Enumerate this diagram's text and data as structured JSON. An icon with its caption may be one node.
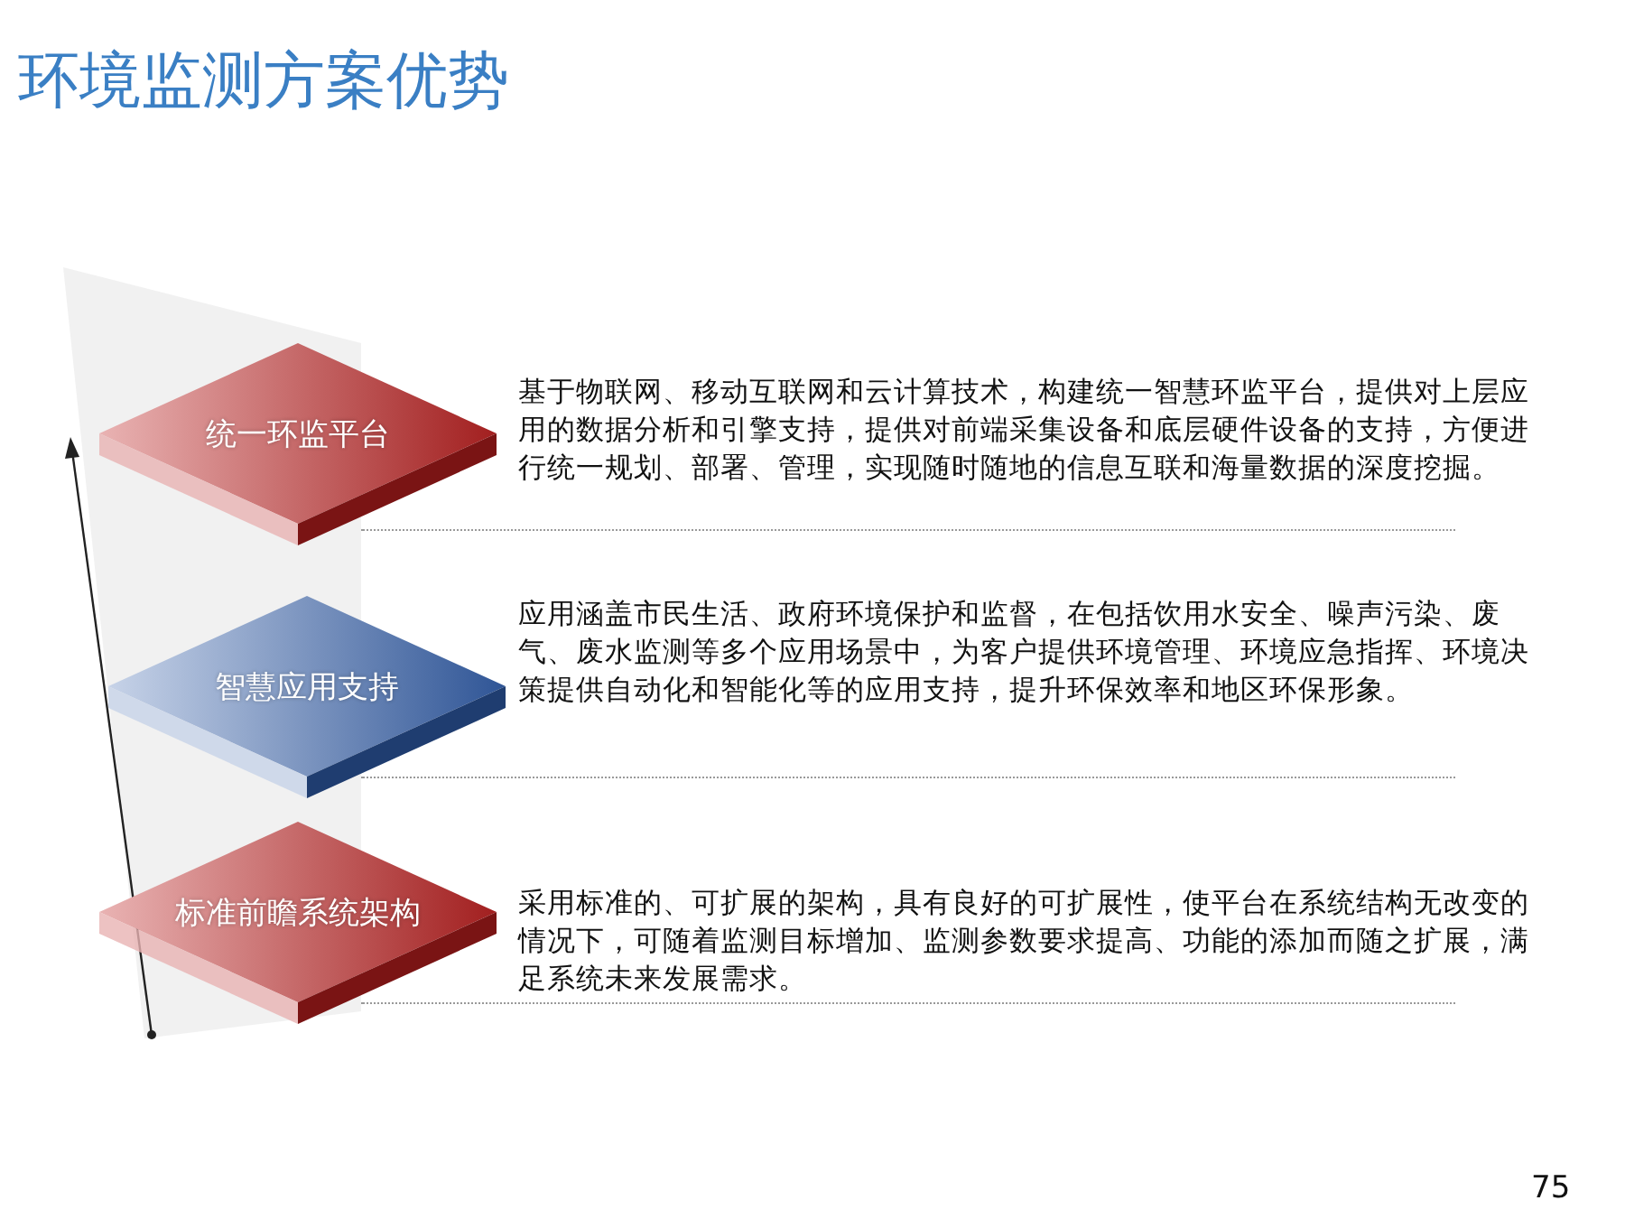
{
  "diagram": {
    "title": "环境监测方案优势",
    "nodes": [
      {
        "text": [
          "统一环监平台"
        ],
        "beside": [
          "基于物联网、移动互联网和云计算技术，构建统一智慧环监平台，提供对上层应用的数据分析和引擎支持，提供对前端采集设备和底层硬件设备的支持，方便进行统一规划、部署、管理，实现随时随地的信息互联和海量数据的深度挖掘。"
        ]
      },
      {
        "text": [
          "智慧应用支持"
        ],
        "beside": [
          "应用涵盖市民生活、政府环境保护和监督，在包括饮用水安全、噪声污染、废气、废水监测等多个应用场景中，为客户提供环境管理、环境应急指挥、环境决策提供自动化和智能化等的应用支持，提升环保效率和地区环保形象。"
        ]
      },
      {
        "text": [
          "标准前瞻系统架构"
        ],
        "beside": [
          "采用标准的、可扩展的架构，具有良好的可扩展性，使平台在系统结构无改变的情况下，可随着监测目标增加、监测参数要求提高、功能的添加而随之扩展，满足系统未来发展需求。"
        ]
      }
    ],
    "labels": [
      "75"
    ]
  }
}
